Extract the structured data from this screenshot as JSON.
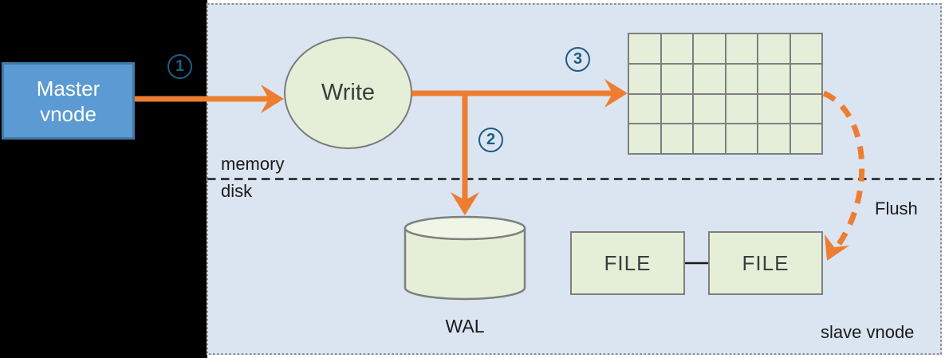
{
  "diagram": {
    "master_vnode": {
      "line1": "Master",
      "line2": "vnode"
    },
    "write_node": {
      "label": "Write"
    },
    "steps": [
      {
        "id": "step-1",
        "label": "1"
      },
      {
        "id": "step-2",
        "label": "2"
      },
      {
        "id": "step-3",
        "label": "3"
      }
    ],
    "memtable_grid": {
      "rows": 4,
      "cols": 6
    },
    "wal": {
      "label": "WAL"
    },
    "files": [
      {
        "label": "FILE"
      },
      {
        "label": "FILE"
      }
    ],
    "divider": {
      "above_label": "memory",
      "below_label": "disk"
    },
    "flush_label": "Flush",
    "region_label": "slave vnode",
    "colors": {
      "arrow_orange": "#ed7d31",
      "node_fill_green": "#e5efd8",
      "cylinder_top_green": "#f0f6e7",
      "node_border_gray": "#7f7f7f",
      "master_fill_blue": "#5b9ad2",
      "master_border_blue": "#3f7ba8",
      "step_circle_blue": "#1e5c85",
      "region_bg": "#dbe5f1",
      "panel_bg": "#000000"
    }
  }
}
